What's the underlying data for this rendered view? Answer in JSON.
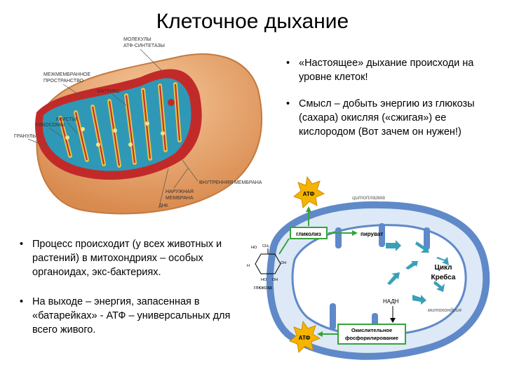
{
  "title": "Клеточное дыхание",
  "bullets_top": [
    "«Настоящее» дыхание происходи на уровне клеток!",
    "Смысл – добыть энергию из глюкозы (сахара) окисляя («сжигая») ее кислородом (Вот зачем он нужен!)"
  ],
  "bullets_left": [
    "Процесс происходит (у всех животных и растений) в митохондриях – особых органоидах, экс-бактериях.",
    "На выходе – энергия, запасенная в «батарейках» - АТФ – универсальных для всего живого."
  ],
  "mito_labels": {
    "atp_synthetase": "МОЛЕКУЛЫ АТФ-СИНТЕТАЗЫ",
    "intermembrane": "МЕЖМЕМБРАННОЕ ПРОСТРАНСТВО",
    "matrix": "МАТРИКС",
    "cristae": "КРИСТЫ",
    "ribosomes": "РИБОСОМЫ",
    "granules": "ГРАНУЛЫ",
    "inner_membrane": "ВНУТРЕННЯЯ МЕМБРАНА",
    "outer_membrane": "НАРУЖНАЯ МЕМБРАНА",
    "dna": "ДНК"
  },
  "scheme": {
    "atp_top": "АТФ",
    "cytoplasm": "цитоплазма",
    "glycolysis": "гликолиз",
    "pyruvate": "пируват",
    "glucose": "глюкоза",
    "krebs": "Цикл Кребса",
    "nadh": "НАДН",
    "mitochondrion": "митохондрия",
    "oxphos": "Окислительное фосфорилирование",
    "atp_bottom": "АТФ"
  },
  "colors": {
    "mito_outer": "#e7a36c",
    "mito_inner_red": "#c22a2a",
    "matrix_teal": "#2f98b6",
    "cristae_yellow": "#e3c24a",
    "scheme_membrane": "#5f89c9",
    "scheme_fill": "#dde9f6",
    "atp_star": "#f4b400",
    "box_green": "#36a33a",
    "arrow_teal": "#3aa0b8"
  }
}
